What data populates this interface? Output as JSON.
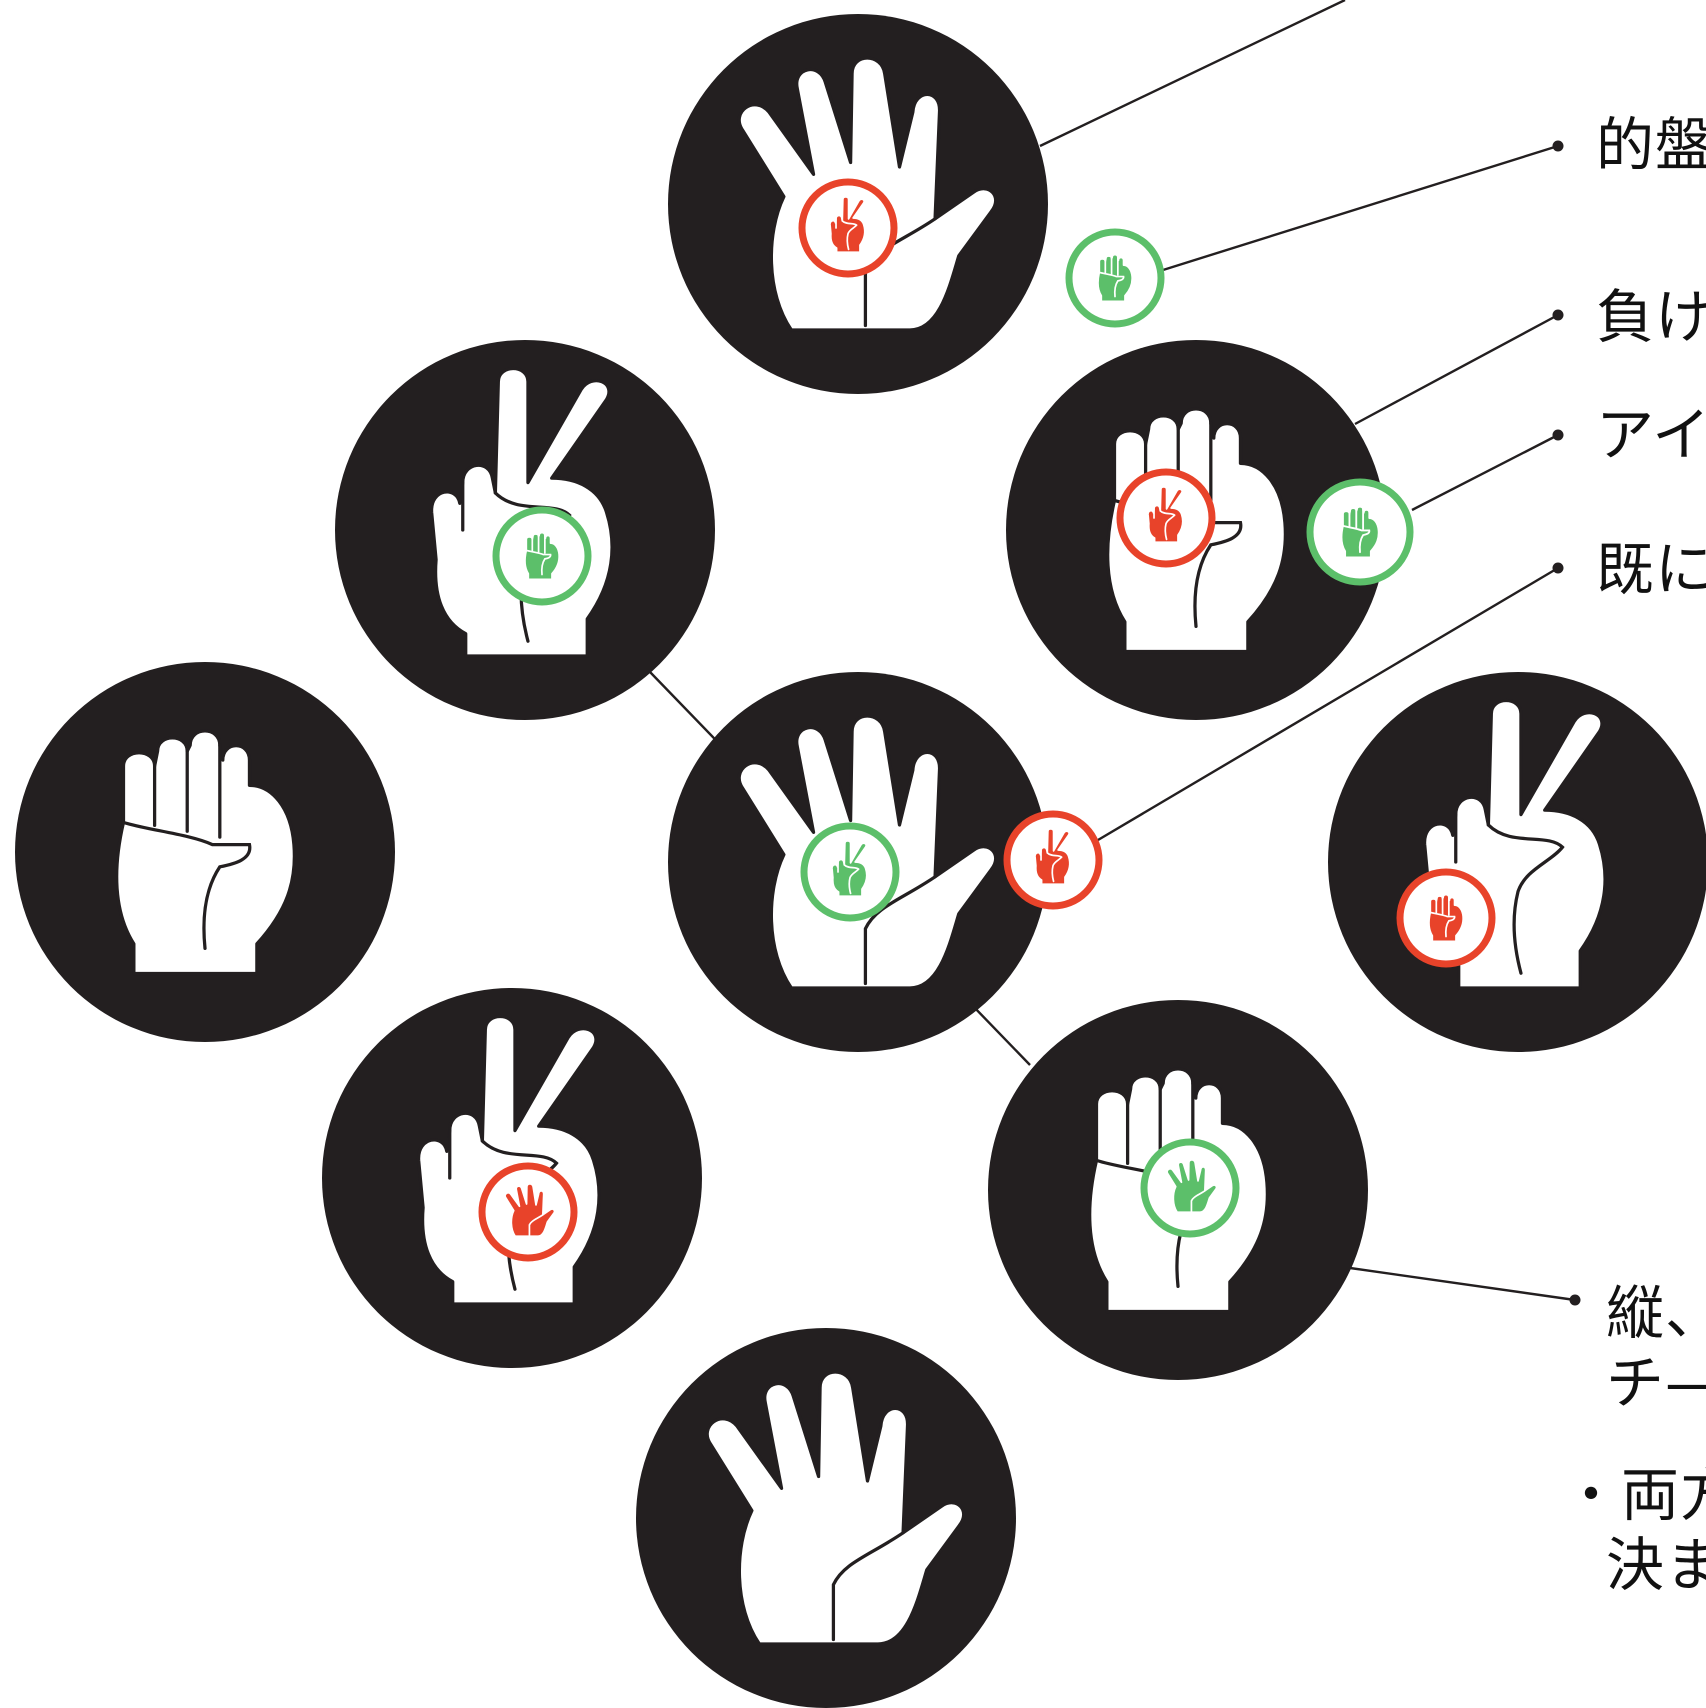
{
  "colors": {
    "circle": "#231f20",
    "hand": "#ffffff",
    "red": "#e8432a",
    "green": "#5cbf6a",
    "line": "#231f20"
  },
  "board": [
    {
      "id": "top",
      "hand": "paper",
      "marker": {
        "color": "red",
        "hand": "scissors"
      }
    },
    {
      "id": "upper-left",
      "hand": "scissors",
      "marker": {
        "color": "green",
        "hand": "rock"
      }
    },
    {
      "id": "upper-right",
      "hand": "rock",
      "marker": {
        "color": "red",
        "hand": "scissors"
      }
    },
    {
      "id": "left",
      "hand": "rock",
      "marker": null
    },
    {
      "id": "center",
      "hand": "paper",
      "marker": {
        "color": "green",
        "hand": "scissors"
      }
    },
    {
      "id": "right",
      "hand": "scissors",
      "marker": {
        "color": "red",
        "hand": "rock"
      }
    },
    {
      "id": "lower-left",
      "hand": "scissors",
      "marker": {
        "color": "red",
        "hand": "paper"
      }
    },
    {
      "id": "lower-right",
      "hand": "rock",
      "marker": {
        "color": "green",
        "hand": "paper"
      }
    },
    {
      "id": "bottom",
      "hand": "paper",
      "marker": null
    }
  ],
  "loose_chips": [
    {
      "id": "chip-a",
      "color": "green",
      "hand": "rock"
    },
    {
      "id": "chip-b",
      "color": "green",
      "hand": "rock"
    },
    {
      "id": "chip-c",
      "color": "red",
      "hand": "scissors"
    }
  ],
  "labels": {
    "l1": "的盤",
    "l2": "負け",
    "l3": "アイ",
    "l4": "既に",
    "l5_line1": "縦、",
    "l5_line2": "チ—",
    "l6_line1": "・両方",
    "l6_line2": "決ま"
  }
}
